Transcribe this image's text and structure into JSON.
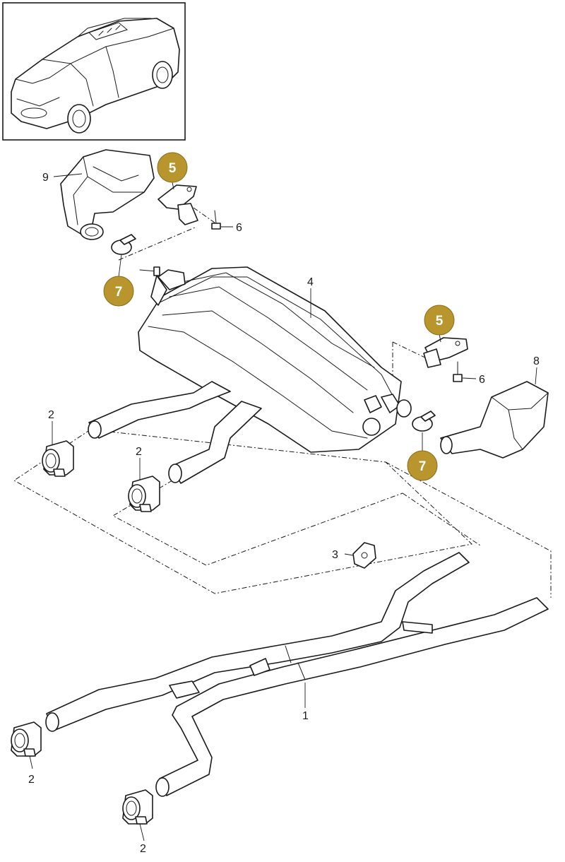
{
  "diagram": {
    "badge_color": "#B8952D",
    "labels": {
      "p9": "9",
      "p5a": "5",
      "p6a": "6",
      "p7a": "7",
      "p4": "4",
      "p5b": "5",
      "p6b": "6",
      "p8": "8",
      "p7b": "7",
      "p2a": "2",
      "p2b": "2",
      "p3": "3",
      "p1": "1",
      "p2c": "2",
      "p2d": "2"
    }
  }
}
